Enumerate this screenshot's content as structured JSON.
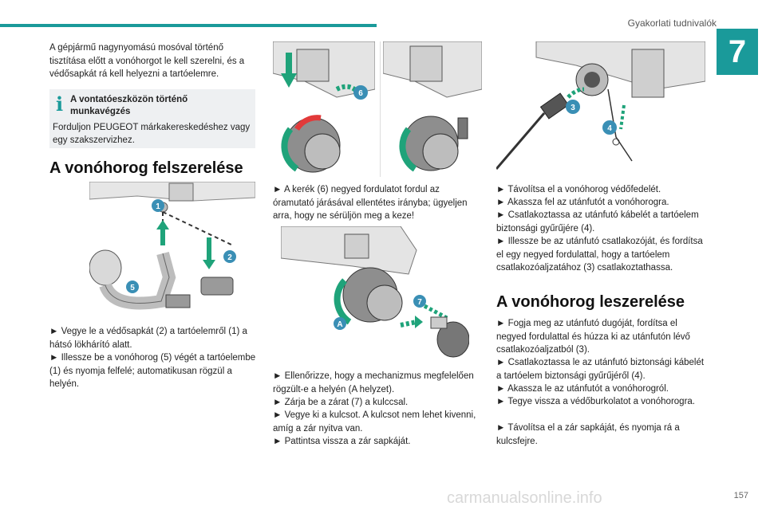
{
  "header": {
    "title": "Gyakorlati tudnivalók",
    "chapter": "7"
  },
  "col1": {
    "intro": "A gépjármű nagynyomású mosóval történő tisztítása előtt a vonóhorgot le kell szerelni, és a védősapkát rá kell helyezni a tartóelemre.",
    "info_title": "A vontatóeszközön történő munkavégzés",
    "info_body": "Forduljon PEUGEOT márkakereskedéshez vagy egy szakszervizhez.",
    "heading": "A vonóhorog felszerelése",
    "steps": [
      "► Vegye le a védősapkát (2) a tartóelemről (1) a hátsó lökhárító alatt.",
      "► Illessze be a vonóhorog (5) végét a tartóelembe (1) és nyomja felfelé; automatikusan rögzül a helyén."
    ]
  },
  "col2": {
    "steps_top": "► A kerék (6) negyed fordulatot fordul az óramutató járásával ellentétes irányba; ügyeljen arra, hogy ne sérüljön meg a keze!",
    "steps_bottom": [
      "► Ellenőrizze, hogy a mechanizmus megfelelően rögzült-e a helyén (A helyzet).",
      "► Zárja be a zárat (7) a kulccsal.",
      "► Vegye ki a kulcsot. A kulcsot nem lehet kivenni, amíg a zár nyitva van.",
      "► Pattintsa vissza a zár sapkáját."
    ]
  },
  "col3": {
    "steps": [
      "► Távolítsa el a vonóhorog védőfedelét.",
      "► Akassza fel az utánfutót a vonóhorogra.",
      "► Csatlakoztassa az utánfutó kábelét a tartóelem biztonsági gyűrűjére (4).",
      "► Illessze be az utánfutó csatlakozóját, és fordítsa el egy negyed fordulattal, hogy a tartóelem csatlakozóaljzatához (3) csatlakoztathassa."
    ],
    "heading": "A vonóhorog leszerelése",
    "steps2": [
      "► Fogja meg az utánfutó dugóját, fordítsa el negyed fordulattal és húzza ki az utánfutón lévő csatlakozóaljzatból (3).",
      "► Csatlakoztassa le az utánfutó biztonsági kábelét a tartóelem biztonsági gyűrűjéről (4).",
      "► Akassza le az utánfutót a vonóhorogról.",
      "► Tegye vissza a védőburkolatot a vonóhorogra.",
      "► Távolítsa el a zár sapkáját, és nyomja rá a kulcsfejre."
    ]
  },
  "callouts": {
    "c1": "1",
    "c2": "2",
    "c5": "5",
    "c6": "6",
    "c7": "7",
    "cA": "A",
    "c3": "3",
    "c4": "4"
  },
  "footer": {
    "page": "157",
    "watermark": "carmanualsonline.info"
  },
  "colors": {
    "accent": "#1a9a9a",
    "arrow": "#1fa37a",
    "callout": "#3a8fb5"
  }
}
